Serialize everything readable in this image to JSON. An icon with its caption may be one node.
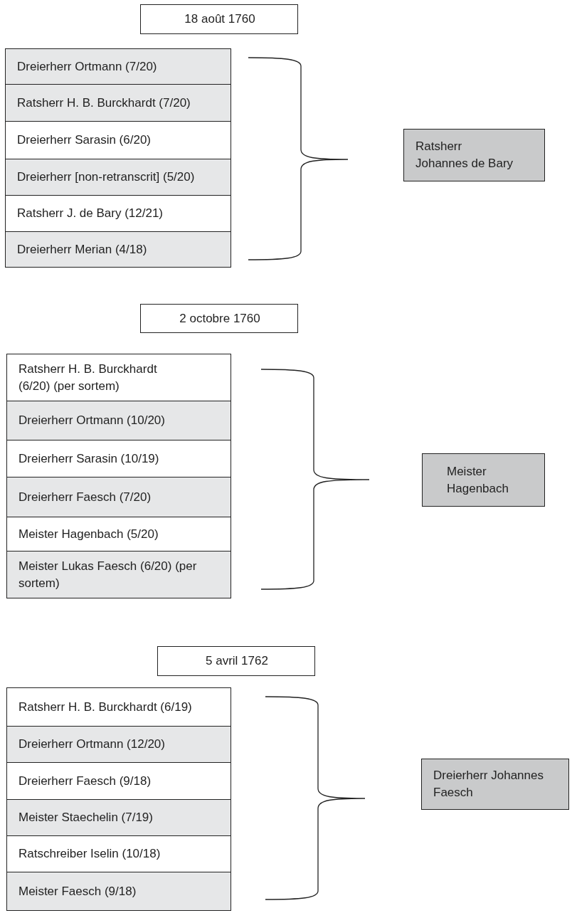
{
  "diagram": {
    "nodes": [
      {
        "text": [
          "18 août 1760"
        ]
      },
      {
        "text": [
          "Dreierherr Ortmann (7/20)"
        ]
      },
      {
        "text": [
          "Ratsherr H. B. Burckhardt (7/20)"
        ]
      },
      {
        "text": [
          "Dreierherr Sarasin (6/20)"
        ]
      },
      {
        "text": [
          "Dreierherr [non-retranscrit] (5/20)"
        ]
      },
      {
        "text": [
          "Ratsherr J. de Bary (12/21)"
        ]
      },
      {
        "text": [
          "Dreierherr Merian (4/18)"
        ]
      },
      {
        "text": [
          "Ratsherr Johannes de Bary"
        ]
      },
      {
        "text": [
          "2 octobre 1760"
        ]
      },
      {
        "text": [
          "Ratsherr H. B. Burckhardt (6/20) (per sortem)"
        ]
      },
      {
        "text": [
          "Dreierherr Ortmann (10/20)"
        ]
      },
      {
        "text": [
          "Dreierherr Sarasin (10/19)"
        ]
      },
      {
        "text": [
          "Dreierherr Faesch (7/20)"
        ]
      },
      {
        "text": [
          "Meister Hagenbach (5/20)"
        ]
      },
      {
        "text": [
          "Meister Lukas Faesch (6/20) (per sortem)"
        ]
      },
      {
        "text": [
          "Meister Hagenbach"
        ]
      },
      {
        "text": [
          "5 avril 1762"
        ]
      },
      {
        "text": [
          "Ratsherr H. B. Burckhardt (6/19)"
        ]
      },
      {
        "text": [
          "Dreierherr Ortmann (12/20)"
        ]
      },
      {
        "text": [
          "Dreierherr Faesch (9/18)"
        ]
      },
      {
        "text": [
          "Meister Staechelin (7/19)"
        ]
      },
      {
        "text": [
          "Ratschreiber Iselin (10/18)"
        ]
      },
      {
        "text": [
          "Meister Faesch (9/18)"
        ]
      },
      {
        "text": [
          "Dreierherr Johannes Faesch"
        ]
      }
    ]
  }
}
